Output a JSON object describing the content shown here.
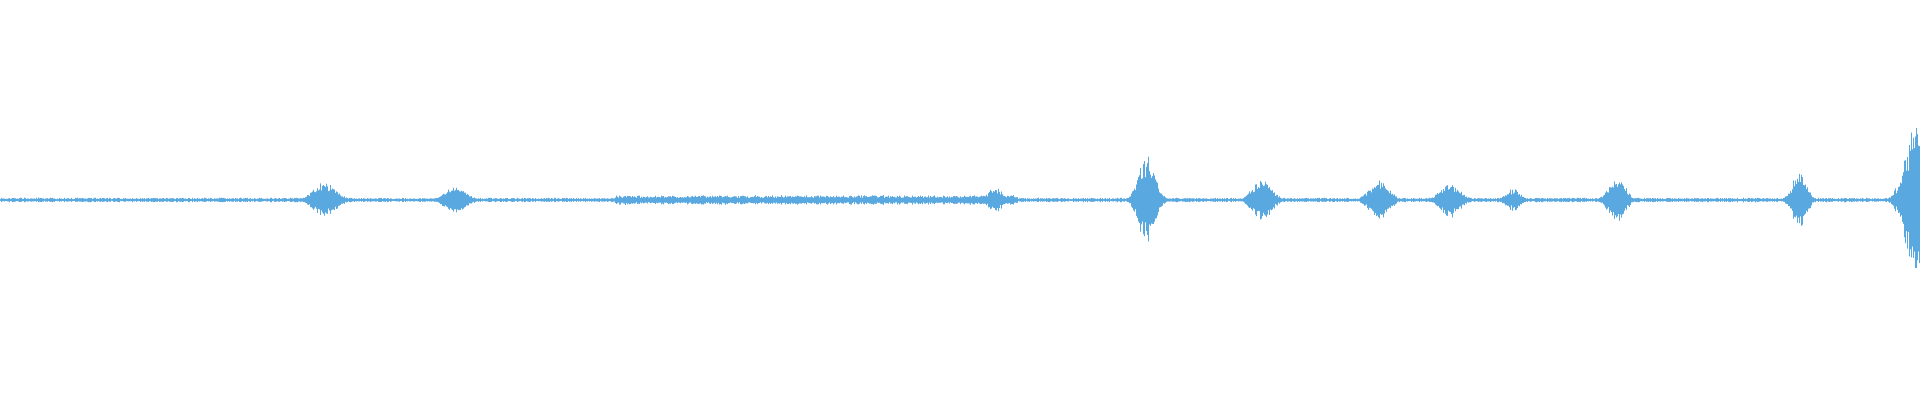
{
  "waveform": {
    "color": "#5aa8e0",
    "background": "#ffffff",
    "baseline_noise": 0.012,
    "noisy_stretch": {
      "start": 0.32,
      "end": 0.53,
      "level": 0.025
    },
    "bursts": [
      {
        "center": 0.169,
        "width": 0.008,
        "amplitude": 0.1
      },
      {
        "center": 0.237,
        "width": 0.008,
        "amplitude": 0.07
      },
      {
        "center": 0.518,
        "width": 0.005,
        "amplitude": 0.07
      },
      {
        "center": 0.597,
        "width": 0.006,
        "amplitude": 0.24
      },
      {
        "center": 0.657,
        "width": 0.007,
        "amplitude": 0.11
      },
      {
        "center": 0.718,
        "width": 0.007,
        "amplitude": 0.11
      },
      {
        "center": 0.755,
        "width": 0.007,
        "amplitude": 0.1
      },
      {
        "center": 0.788,
        "width": 0.005,
        "amplitude": 0.06
      },
      {
        "center": 0.842,
        "width": 0.006,
        "amplitude": 0.12
      },
      {
        "center": 0.937,
        "width": 0.005,
        "amplitude": 0.16
      },
      {
        "center": 0.998,
        "width": 0.008,
        "amplitude": 0.4
      }
    ]
  }
}
